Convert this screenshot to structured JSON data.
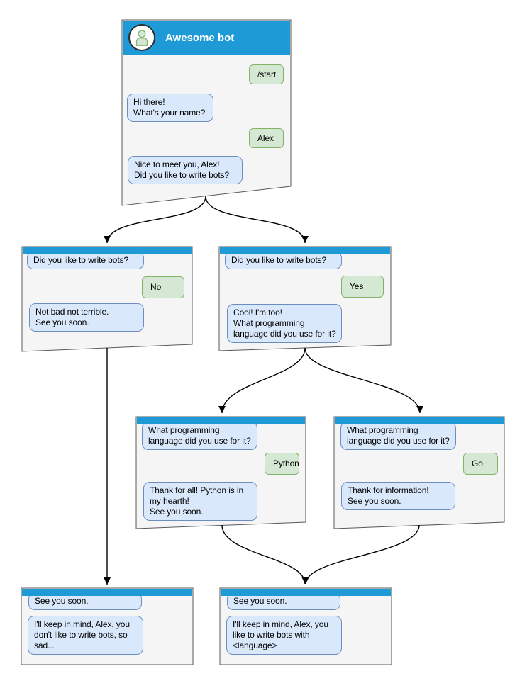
{
  "colors": {
    "canvas_bg": "#ffffff",
    "header_blue": "#1E9BD7",
    "window_fill": "#F5F5F5",
    "window_border": "#595959",
    "bot_bubble_fill": "#DAE8FC",
    "bot_bubble_border": "#6C8EBF",
    "user_bubble_fill": "#D5E8D4",
    "user_bubble_border": "#82B366",
    "arrow_color": "#000000"
  },
  "main_window": {
    "title": "Awesome bot",
    "avatar_icon": "person-icon",
    "messages": {
      "start": "/start",
      "greeting": "Hi there!\nWhat's your name?",
      "name": "Alex",
      "ask_bots": "Nice to meet you, Alex!\nDid you like to write bots?"
    }
  },
  "branch_no_window": {
    "messages": {
      "question": "Did you like to write bots?",
      "answer": "No",
      "reply": "Not bad not terrible.\nSee you soon."
    }
  },
  "branch_yes_window": {
    "messages": {
      "question": "Did you like to write bots?",
      "answer": "Yes",
      "reply": "Cool! I'm too!\nWhat programming\nlanguage did you use for it?"
    }
  },
  "branch_python_window": {
    "messages": {
      "question": "What programming\nlanguage did you use for it?",
      "answer": "Python",
      "reply": "Thank for all! Python is in\nmy hearth!\nSee you soon."
    }
  },
  "branch_go_window": {
    "messages": {
      "question": "What programming\nlanguage did you use for it?",
      "answer": "Go",
      "reply": "Thank for information!\nSee you soon."
    }
  },
  "end_no_window": {
    "messages": {
      "question": "See you soon.",
      "reply": "I'll keep in mind, Alex, you\ndon't like to write bots, so\nsad..."
    }
  },
  "end_yes_window": {
    "messages": {
      "question": "See you soon.",
      "reply": "I'll keep in mind, Alex, you\nlike to write bots with\n<language>"
    }
  }
}
